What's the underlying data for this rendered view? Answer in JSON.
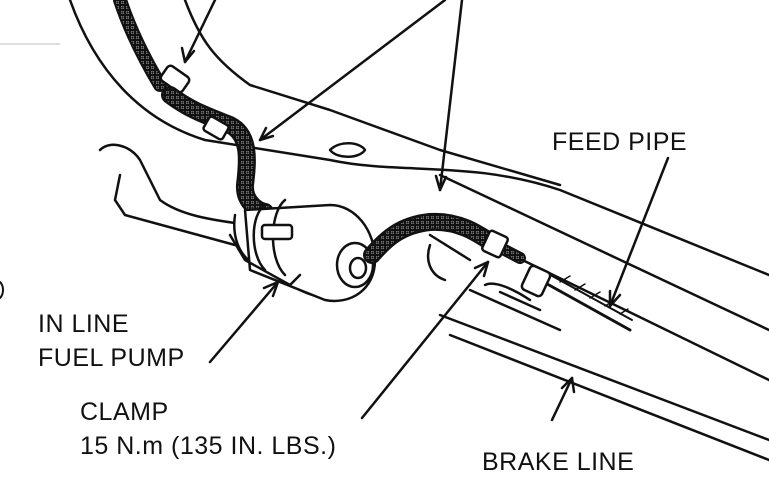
{
  "labels": {
    "feed_pipe": "FEED PIPE",
    "fuel_pump_line1": "IN LINE",
    "fuel_pump_line2": "FUEL PUMP",
    "clamp": "CLAMP",
    "torque": "15 N.m (135 IN. LBS.)",
    "brake_line": "BRAKE LINE"
  },
  "colors": {
    "ink": "#111111",
    "paper": "#ffffff",
    "hose_fill": "#cfcfcf"
  }
}
